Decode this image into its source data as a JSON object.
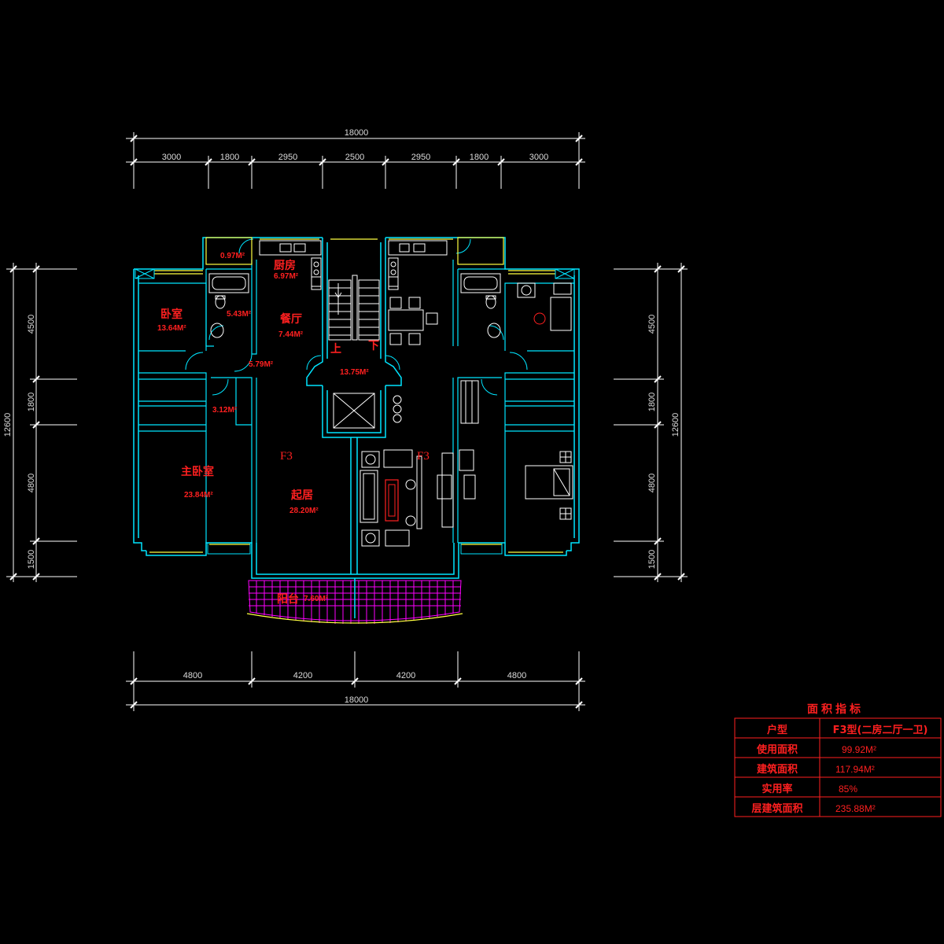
{
  "drawing": {
    "top_total": "18000",
    "top_segments": [
      "3000",
      "1800",
      "2950",
      "2500",
      "2950",
      "1800",
      "3000"
    ],
    "bottom_segments": [
      "4800",
      "4200",
      "4200",
      "4800"
    ],
    "bottom_total": "18000",
    "left_segments": [
      "4500",
      "1800",
      "4800",
      "1500"
    ],
    "left_total": "12600",
    "right_segments": [
      "4500",
      "1800",
      "4800",
      "1500"
    ],
    "right_total": "12600"
  },
  "rooms": {
    "kitchen": "厨房",
    "kitchen_area": "6.97M²",
    "small_area": "0.97M²",
    "bedroom": "卧室",
    "bedroom_area": "13.64M²",
    "bath_area": "5.43M²",
    "dining": "餐厅",
    "dining_area": "7.44M²",
    "corridor_area": "5.79M²",
    "up": "上",
    "down": "下",
    "stair_area": "13.75M²",
    "closet_area": "3.12M²",
    "unit_left": "F3",
    "unit_right": "F3",
    "master_bedroom": "主卧室",
    "master_area": "23.84M²",
    "living": "起居",
    "living_area": "28.20M²",
    "balcony": "阳台",
    "balcony_area": "7.60M²"
  },
  "table": {
    "title": "面积指标",
    "rows": [
      {
        "label": "户型",
        "value": "F3型(二房二厅一卫)"
      },
      {
        "label": "使用面积",
        "value": "99.92M²"
      },
      {
        "label": "建筑面积",
        "value": "117.94M²"
      },
      {
        "label": "实用率",
        "value": "85%"
      },
      {
        "label": "层建筑面积",
        "value": "235.88M²"
      }
    ]
  },
  "colors": {
    "background": "#000000",
    "wall": "#00e5ff",
    "window": "#ffff40",
    "text": "#ff2020",
    "balcony": "#ff00ff",
    "dimension": "#ffffff"
  }
}
